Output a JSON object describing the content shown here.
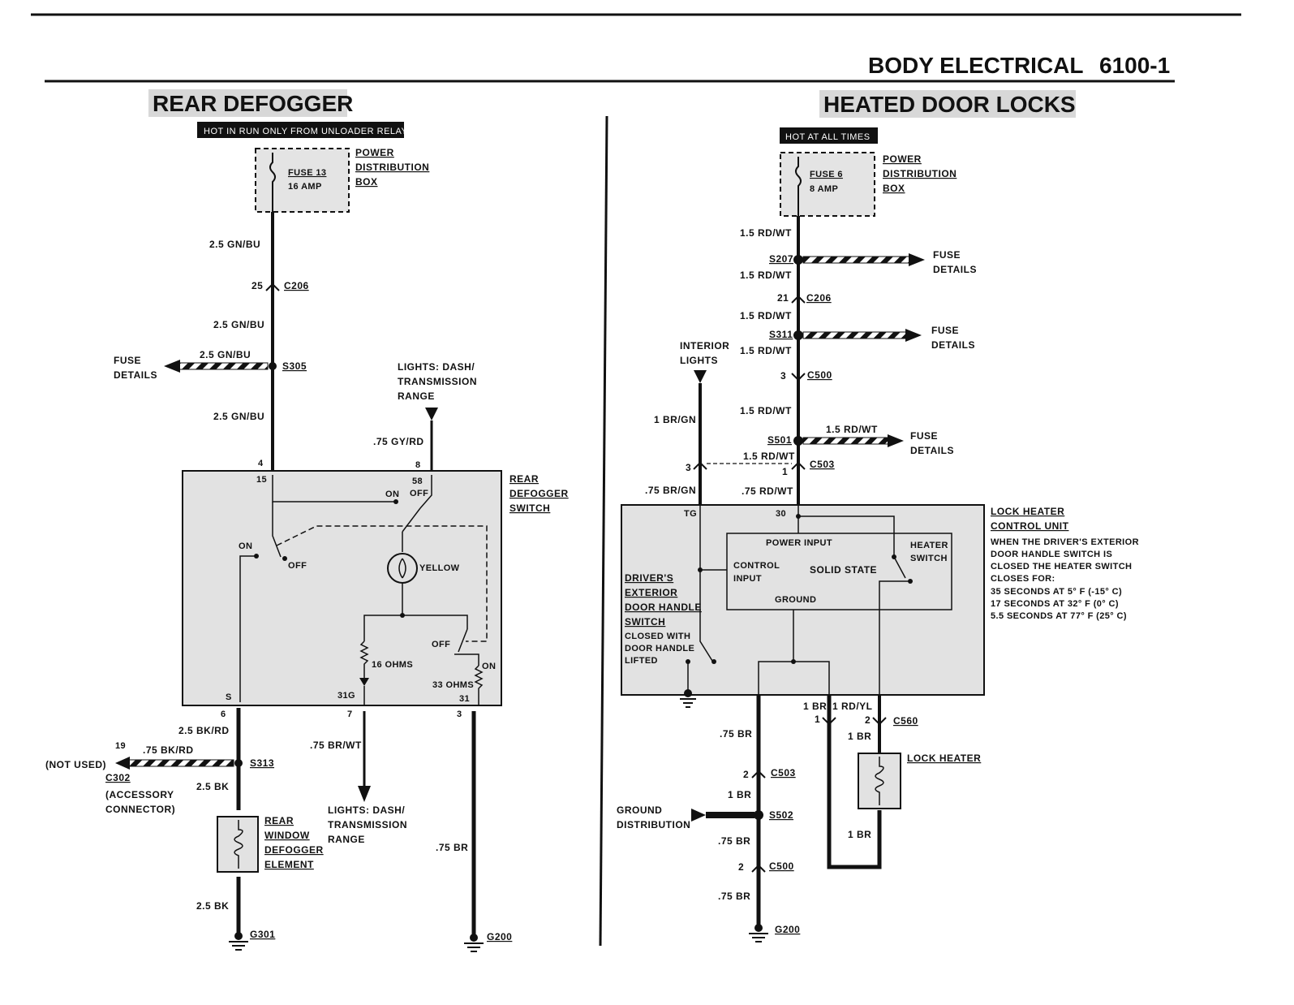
{
  "header": {
    "section": "BODY ELECTRICAL",
    "page": "6100-1"
  },
  "rear_defogger": {
    "title": "REAR DEFOGGER",
    "hot_tag": "HOT IN RUN ONLY FROM UNLOADER RELAY",
    "fuse_name": "FUSE 13",
    "fuse_rating": "16 AMP",
    "pdb": [
      "POWER",
      "DISTRIBUTION",
      "BOX"
    ],
    "wire_gnbu": "2.5 GN/BU",
    "c206_pin": "25",
    "c206": "C206",
    "s305": "S305",
    "fuse_details": [
      "FUSE",
      "DETAILS"
    ],
    "lights_in": [
      "LIGHTS: DASH/",
      "TRANSMISSION",
      "RANGE"
    ],
    "wire_gyrd": ".75 GY/RD",
    "pin4": "4",
    "pin8": "8",
    "pin15": "15",
    "pin58": "58",
    "on": "ON",
    "off": "OFF",
    "yellow": "YELLOW",
    "ohms16": "16 OHMS",
    "ohms33": "33 OHMS",
    "pinS": "S",
    "pin31G": "31G",
    "pin31": "31",
    "pin6": "6",
    "pin7": "7",
    "pin3": "3",
    "switch_label": [
      "REAR",
      "DEFOGGER",
      "SWITCH"
    ],
    "wire_bkrd": "2.5 BK/RD",
    "pin19": "19",
    "wire_075bkrd": ".75 BK/RD",
    "not_used": "(NOT USED)",
    "c302": "C302",
    "accessory": [
      "(ACCESSORY",
      "CONNECTOR)"
    ],
    "s313": "S313",
    "wire_bk": "2.5 BK",
    "element": [
      "REAR",
      "WINDOW",
      "DEFOGGER",
      "ELEMENT"
    ],
    "g301": "G301",
    "wire_brwt": ".75 BR/WT",
    "lights_out": [
      "LIGHTS: DASH/",
      "TRANSMISSION",
      "RANGE"
    ],
    "wire_br": ".75 BR",
    "g200": "G200"
  },
  "heated_locks": {
    "title": "HEATED DOOR LOCKS",
    "hot_tag": "HOT AT ALL TIMES",
    "fuse_name": "FUSE 6",
    "fuse_rating": "8 AMP",
    "pdb": [
      "POWER",
      "DISTRIBUTION",
      "BOX"
    ],
    "wire_rdwt": "1.5 RD/WT",
    "s207": "S207",
    "fuse_details": [
      "FUSE",
      "DETAILS"
    ],
    "c206_pin": "21",
    "c206": "C206",
    "s311": "S311",
    "interior": [
      "INTERIOR",
      "LIGHTS"
    ],
    "c500_pin": "3",
    "c500": "C500",
    "wire_brgn": "1 BR/GN",
    "s501": "S501",
    "pin3": "3",
    "pin1": "1",
    "c503": "C503",
    "wire_075brgn": ".75 BR/GN",
    "wire_075rdwt": ".75 RD/WT",
    "pinTG": "TG",
    "pin30": "30",
    "power_input": "POWER INPUT",
    "heater_switch": [
      "HEATER",
      "SWITCH"
    ],
    "control_input": [
      "CONTROL",
      "INPUT"
    ],
    "solid_state": "SOLID STATE",
    "ground": "GROUND",
    "driver_switch": [
      "DRIVER'S",
      "EXTERIOR",
      "DOOR HANDLE",
      "SWITCH"
    ],
    "closed_with": [
      "CLOSED WITH",
      "DOOR HANDLE",
      "LIFTED"
    ],
    "lhcu": [
      "LOCK HEATER",
      "CONTROL UNIT"
    ],
    "lhcu_note": [
      "WHEN THE DRIVER'S EXTERIOR",
      "DOOR HANDLE SWITCH IS",
      "CLOSED THE HEATER SWITCH",
      "CLOSES FOR:",
      "35 SECONDS AT 5° F (-15° C)",
      "17 SECONDS AT 32° F (0° C)",
      "5.5 SECONDS AT 77° F (25° C)"
    ],
    "wire_1br": "1 BR",
    "wire_1rdyl": "1 RD/YL",
    "pin_1": "1",
    "pin_2": "2",
    "c560": "C560",
    "lock_heater": "LOCK HEATER",
    "wire_075br": ".75 BR",
    "c503_pin": "2",
    "c503b": "C503",
    "ground_dist": [
      "GROUND",
      "DISTRIBUTION"
    ],
    "s502": "S502",
    "c500b_pin": "2",
    "c500b": "C500",
    "g200": "G200"
  }
}
